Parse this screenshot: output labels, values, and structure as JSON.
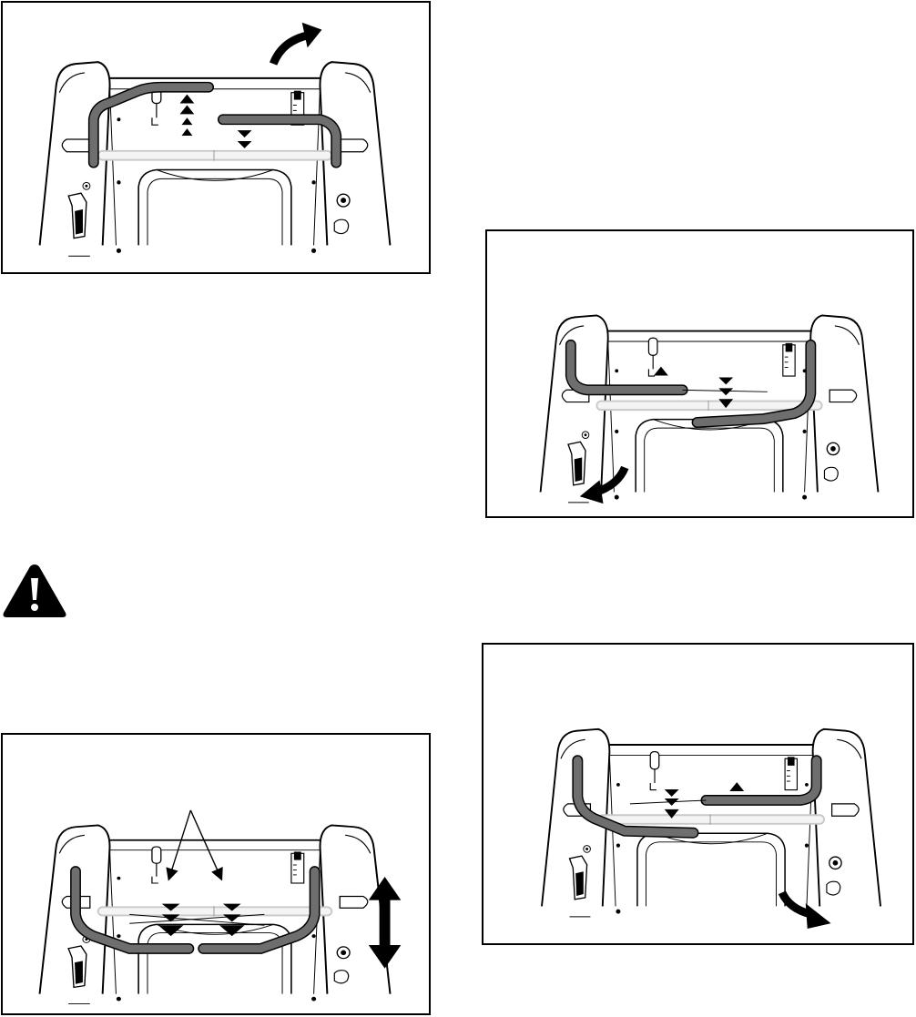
{
  "page": {
    "background": "#ffffff",
    "figures": [
      {
        "id": "fig1",
        "state": "left handle up, right handle down",
        "rotation_arrow": "curved-arrow-up-right-icon"
      },
      {
        "id": "fig2",
        "state": "left handle up, right handle down, lowered",
        "rotation_arrow": "curved-arrow-down-left-icon"
      },
      {
        "id": "fig3",
        "state": "left handle down, right handle up, lowered",
        "rotation_arrow": "curved-arrow-down-right-icon"
      },
      {
        "id": "fig4",
        "state": "both handles down",
        "rotation_arrow": "double-vertical-arrow-icon"
      }
    ],
    "warning_icon": "warning-triangle-icon",
    "colors": {
      "handle": "#6e6e6e",
      "ghost_handle": "#d4d4d4",
      "ink": "#000000"
    }
  }
}
